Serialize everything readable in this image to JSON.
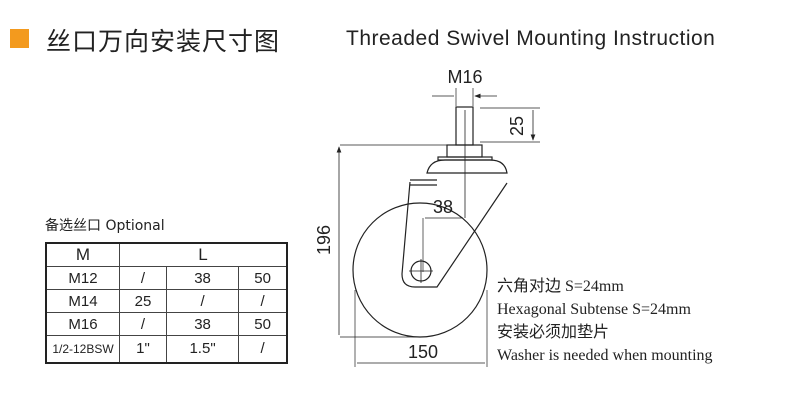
{
  "header": {
    "title_cn": "丝口万向安装尺寸图",
    "title_en": "Threaded Swivel Mounting Instruction",
    "accent": "#f39a1e"
  },
  "table": {
    "caption": "备选丝口 Optional",
    "headers": [
      "M",
      "L"
    ],
    "rows": [
      [
        "M12",
        "/",
        "38",
        "50"
      ],
      [
        "M14",
        "25",
        "/",
        "/"
      ],
      [
        "M16",
        "/",
        "38",
        "50"
      ],
      [
        "1/2-12BSW",
        "1\"",
        "1.5\"",
        "/"
      ]
    ]
  },
  "drawing": {
    "thread": "M16",
    "stem_length": "25",
    "height": "196",
    "offset": "38",
    "wheel_diameter": "150"
  },
  "notes": [
    "六角对边 S=24mm",
    "Hexagonal Subtense S=24mm",
    "安装必须加垫片",
    "Washer is needed when mounting"
  ]
}
